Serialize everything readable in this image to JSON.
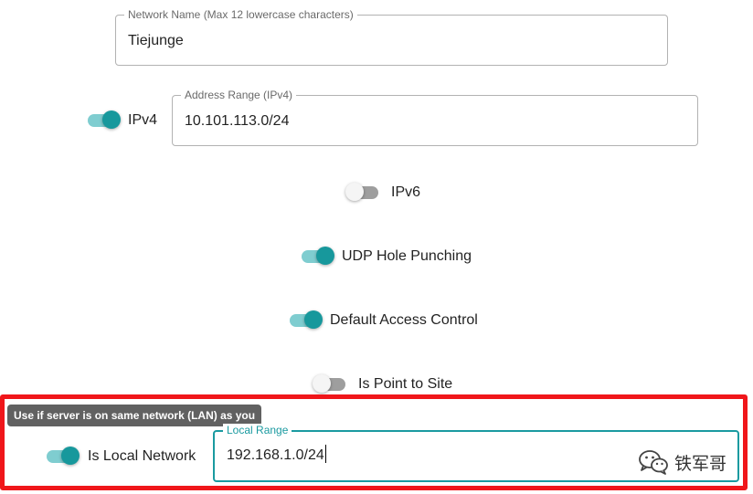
{
  "network_name": {
    "label": "Network Name (Max 12 lowercase characters)",
    "value": "Tiejunge"
  },
  "ipv4": {
    "toggle_label": "IPv4",
    "enabled": true,
    "range_label": "Address Range (IPv4)",
    "range_value": "10.101.113.0/24"
  },
  "ipv6": {
    "toggle_label": "IPv6",
    "enabled": false
  },
  "udp_hole_punching": {
    "label": "UDP Hole Punching",
    "enabled": true
  },
  "default_access_control": {
    "label": "Default Access Control",
    "enabled": true
  },
  "point_to_site": {
    "label": "Is Point to Site",
    "enabled": false
  },
  "local_network": {
    "tooltip": "Use if server is on same network (LAN) as you",
    "label": "Is Local Network",
    "enabled": true,
    "range_label": "Local Range",
    "range_value": "192.168.1.0/24"
  },
  "watermark": {
    "text": "铁军哥",
    "icon": "wechat-icon"
  },
  "colors": {
    "accent": "#17989c",
    "accent_track": "#7fcdd0",
    "highlight": "#f0161a",
    "tooltip_bg": "#616161"
  }
}
